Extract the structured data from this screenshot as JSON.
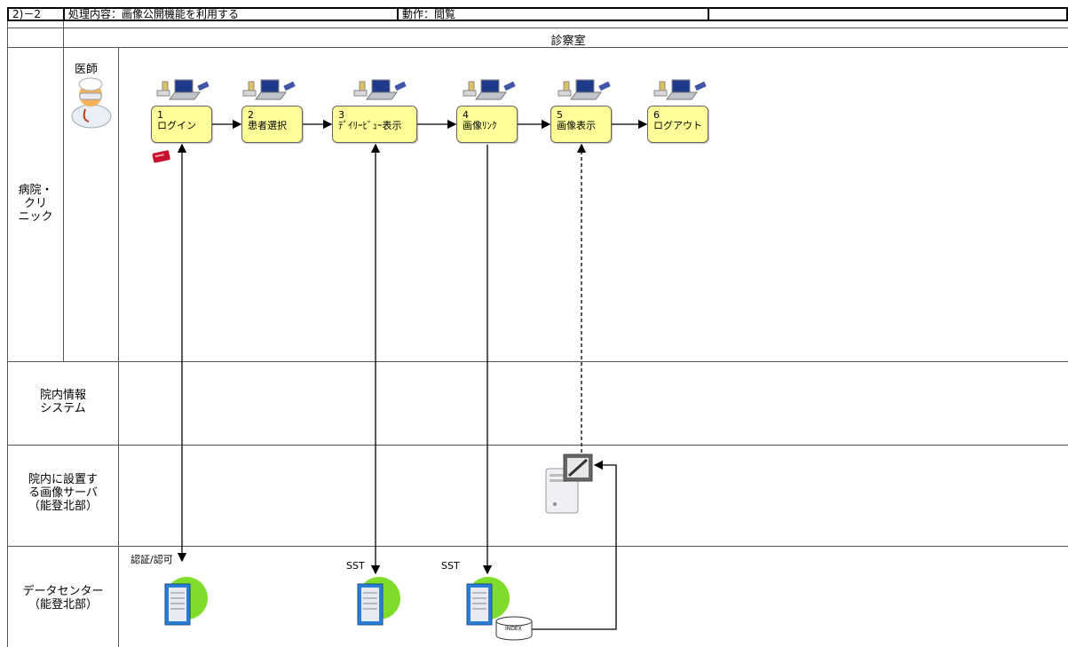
{
  "header": {
    "id": "2)－2",
    "process": "処理内容：画像公開機能を利用する",
    "action": "動作：閲覧"
  },
  "room": "診察室",
  "lanes": {
    "hospital": "病院・\nクリ\nニック",
    "his": "院内情報\nシステム",
    "image_server": "院内に設置す\nる画像サーバ\n（能登北部）",
    "datacenter": "データセンター\n（能登北部）"
  },
  "actor": "医師",
  "steps": [
    {
      "num": "1",
      "label": "ログイン"
    },
    {
      "num": "2",
      "label": "患者選択"
    },
    {
      "num": "3",
      "label": "ﾃﾞｲﾘｰﾋﾞｭｰ表示"
    },
    {
      "num": "4",
      "label": "画像ﾘﾝｸ"
    },
    {
      "num": "5",
      "label": "画像表示"
    },
    {
      "num": "6",
      "label": "ログアウト"
    }
  ],
  "dc_labels": {
    "auth": "認証/認可",
    "sst1": "SST",
    "sst2": "SST"
  },
  "db_label": "INDEX",
  "colors": {
    "step_fill": "#ffff99",
    "server_green": "#7fdc2a",
    "server_blue": "#2a7fd4"
  }
}
